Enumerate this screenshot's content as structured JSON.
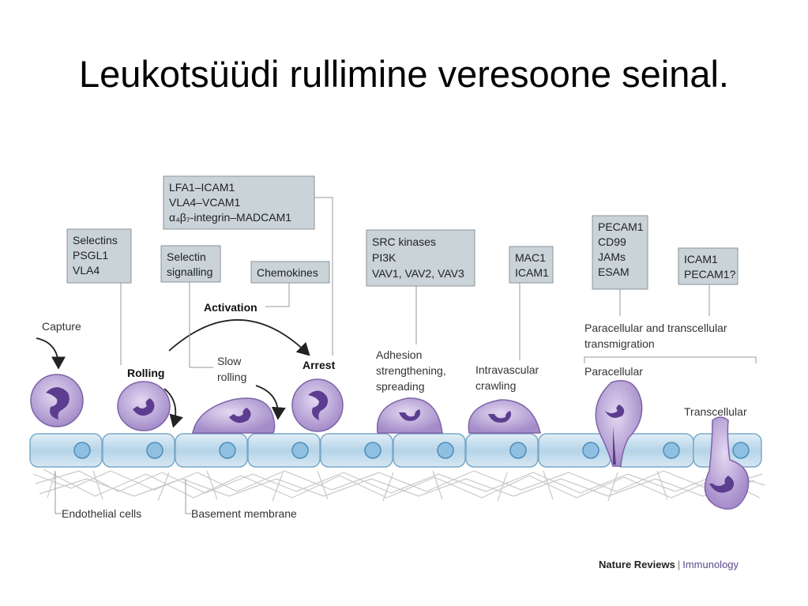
{
  "title": "Leukotsüüdi rullimine veresoone seinal.",
  "boxes": {
    "selectins": [
      "Selectins",
      "PSGL1",
      "VLA4"
    ],
    "selectin_signalling": [
      "Selectin",
      "signalling"
    ],
    "lfa1": [
      "LFA1–ICAM1",
      "VLA4–VCAM1",
      "α₄β₇-integrin–MADCAM1"
    ],
    "chemokines": [
      "Chemokines"
    ],
    "src": [
      "SRC kinases",
      "PI3K",
      "VAV1, VAV2, VAV3"
    ],
    "mac1": [
      "MAC1",
      "ICAM1"
    ],
    "pecam1": [
      "PECAM1",
      "CD99",
      "JAMs",
      "ESAM"
    ],
    "icam1": [
      "ICAM1",
      "PECAM1?"
    ]
  },
  "stages": {
    "capture": "Capture",
    "rolling": "Rolling",
    "slow_rolling": [
      "Slow",
      "rolling"
    ],
    "activation": "Activation",
    "arrest": "Arrest",
    "adhesion": [
      "Adhesion",
      "strengthening,",
      "spreading"
    ],
    "crawling": [
      "Intravascular",
      "crawling"
    ],
    "transmigration": [
      "Paracellular and transcellular",
      "transmigration"
    ],
    "paracellular": "Paracellular",
    "transcellular": "Transcellular"
  },
  "bottom": {
    "endothelial": "Endothelial cells",
    "basement": "Basement membrane"
  },
  "credit": {
    "publisher": "Nature Reviews",
    "separator": "|",
    "journal": "Immunology"
  },
  "colors": {
    "cell_fill": "#b8a4d8",
    "nucleus": "#5c3d8f",
    "endothelium": "#bcd8ea",
    "endo_nucleus": "#8fc0e2",
    "box": "#c9d3d8"
  }
}
